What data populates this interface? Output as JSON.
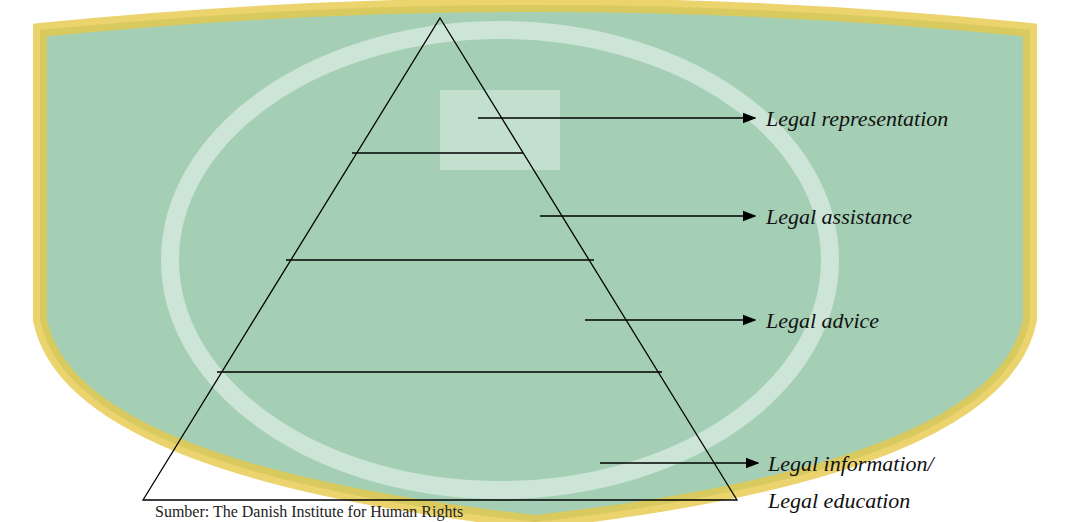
{
  "diagram": {
    "caption": "Sumber: The Danish Institute for Human Rights",
    "labels": [
      "Legal representation",
      "Legal assistance",
      "Legal advice",
      "Legal information/ Legal education"
    ]
  }
}
